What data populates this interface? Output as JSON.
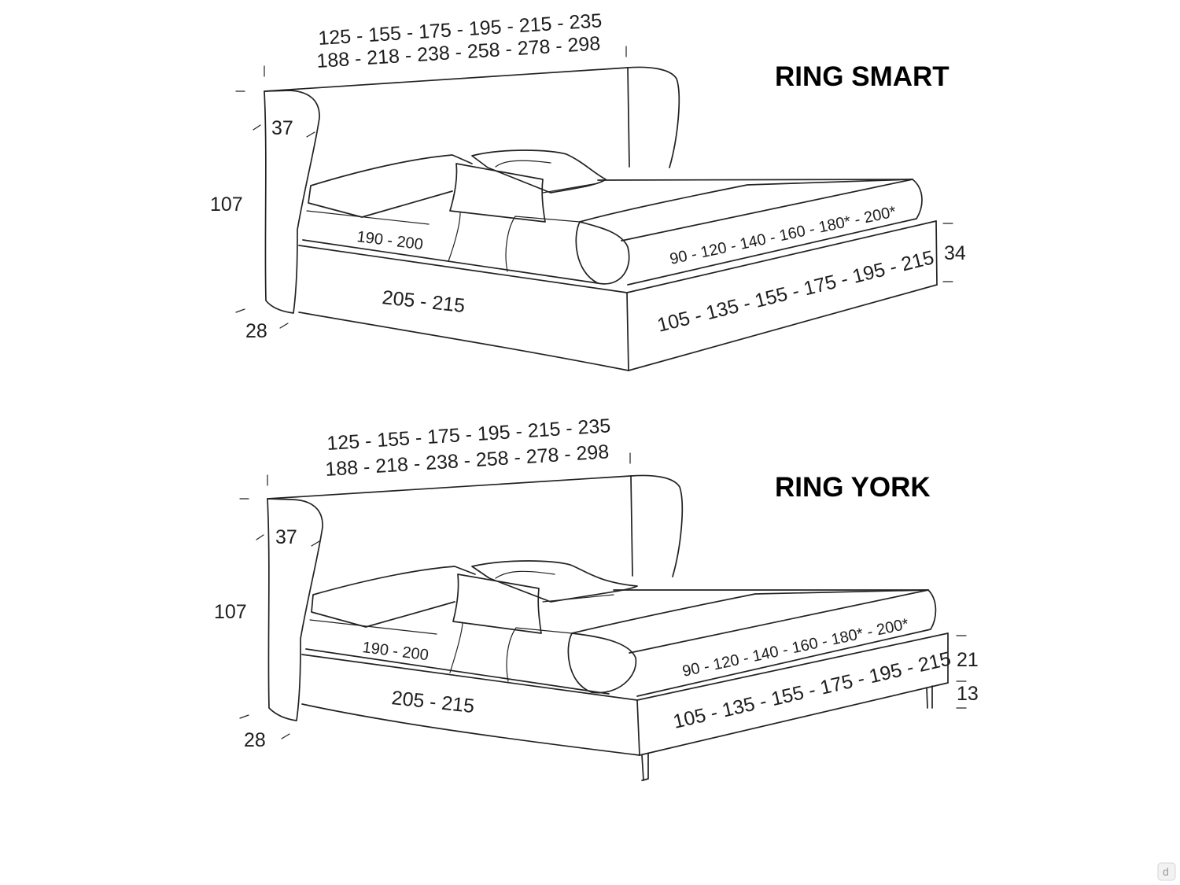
{
  "models": [
    {
      "title": "RING SMART",
      "dimensions": {
        "width_line_1": "125 - 155 - 175 - 195 - 215 - 235",
        "width_line_2": "188 - 218 - 238 - 258 - 278 - 298",
        "headboard_height": "107",
        "headboard_wing_depth": "37",
        "headboard_thickness": "28",
        "mattress_length": "190 - 200",
        "frame_length": "205 - 215",
        "mattress_widths": "90 - 120 - 140 - 160 - 180* - 200*",
        "frame_widths": "105 - 135 - 155 - 175 - 195 - 215",
        "frame_height": "34"
      }
    },
    {
      "title": "RING YORK",
      "dimensions": {
        "width_line_1": "125 - 155 - 175 - 195 - 215 - 235",
        "width_line_2": "188 - 218 - 238 - 258 - 278 - 298",
        "headboard_height": "107",
        "headboard_wing_depth": "37",
        "headboard_thickness": "28",
        "mattress_length": "190 - 200",
        "frame_length": "205 - 215",
        "mattress_widths": "90 - 120 - 140 - 160 - 180* - 200*",
        "frame_widths": "105 - 135 - 155 - 175 - 195 - 215",
        "frame_height": "21",
        "leg_height": "13"
      }
    }
  ],
  "watermark": "d",
  "colors": {
    "line": "#222222",
    "text": "#1e1e1e",
    "title": "#000000",
    "background": "#ffffff"
  }
}
